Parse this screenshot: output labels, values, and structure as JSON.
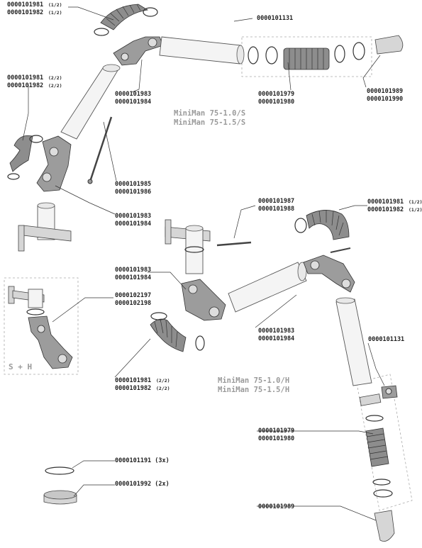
{
  "models_s": [
    "MiniMan 75-1.0/S",
    "MiniMan 75-1.5/S"
  ],
  "models_h": [
    "MiniMan 75-1.0/H",
    "MiniMan 75-1.5/H"
  ],
  "sh_label": "S + H",
  "callouts": {
    "c1": {
      "line1": "0000101981",
      "q1": "(1/2)",
      "line2": "0000101982",
      "q2": "(1/2)"
    },
    "c2": {
      "line1": "0000101131"
    },
    "c3": {
      "line1": "0000101981",
      "q1": "(2/2)",
      "line2": "0000101982",
      "q2": "(2/2)"
    },
    "c4": {
      "line1": "0000101983",
      "line2": "0000101984"
    },
    "c5": {
      "line1": "0000101979",
      "line2": "0000101980"
    },
    "c6": {
      "line1": "0000101989",
      "line2": "0000101990"
    },
    "c7": {
      "line1": "0000101985",
      "line2": "0000101986"
    },
    "c8": {
      "line1": "0000101983",
      "line2": "0000101984"
    },
    "c9": {
      "line1": "0000101987",
      "line2": "0000101988"
    },
    "c10": {
      "line1": "0000101981",
      "q1": "(1/2)",
      "line2": "0000101982",
      "q2": "(1/2)"
    },
    "c11": {
      "line1": "0000101983",
      "line2": "0000101984"
    },
    "c12": {
      "line1": "0000102197",
      "line2": "0000102198"
    },
    "c13": {
      "line1": "0000101983",
      "line2": "0000101984"
    },
    "c14": {
      "line1": "0000101131"
    },
    "c15": {
      "line1": "0000101981",
      "q1": "(2/2)",
      "line2": "0000101982",
      "q2": "(2/2)"
    },
    "c16": {
      "line1": "0000101979",
      "line2": "0000101980"
    },
    "c17": {
      "line1": "0000101191 (3x)"
    },
    "c18": {
      "line1": "0000101992 (2x)"
    },
    "c19": {
      "line1": "0000101989"
    }
  }
}
